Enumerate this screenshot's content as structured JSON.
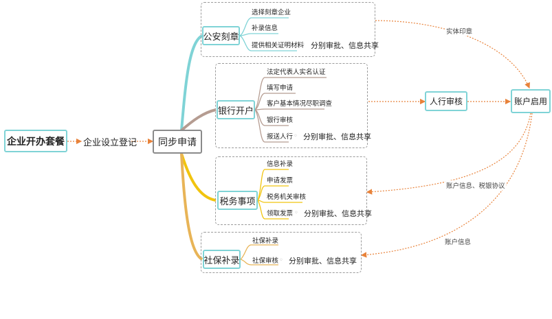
{
  "root": "企业开办套餐",
  "register": "企业设立登记",
  "sync": "同步申请",
  "branches": {
    "gongan": {
      "title": "公安刻章",
      "items": [
        "选择刻章企业",
        "补录信息",
        "提供相关证明材料"
      ],
      "summary": "分别审批、信息共享"
    },
    "bank": {
      "title": "银行开户",
      "items": [
        "法定代表人实名认证",
        "填写申请",
        "客户基本情况尽职调查",
        "银行审核",
        "报送人行"
      ],
      "summary": "分别审批、信息共享"
    },
    "tax": {
      "title": "税务事项",
      "items": [
        "信息补录",
        "申请发票",
        "税务机关审核",
        "领取发票"
      ],
      "summary": "分别审批、信息共享"
    },
    "social": {
      "title": "社保补录",
      "items": [
        "社保补录",
        "社保审核"
      ],
      "summary": "分别审批、信息共享"
    }
  },
  "pboc_review": "人行审核",
  "account_enable": "账户启用",
  "edge_labels": {
    "seal": "实体印章",
    "tax_info": "账户信息、税银协议",
    "social_info": "账户信息"
  },
  "colors": {
    "gongan_branch": "#7fd3d6",
    "bank_branch": "#b59c91",
    "tax_branch": "#f1c40f",
    "social_branch": "#e8b457",
    "teal_node": "#7fd3d6",
    "orange_arrow": "#e8823a"
  }
}
